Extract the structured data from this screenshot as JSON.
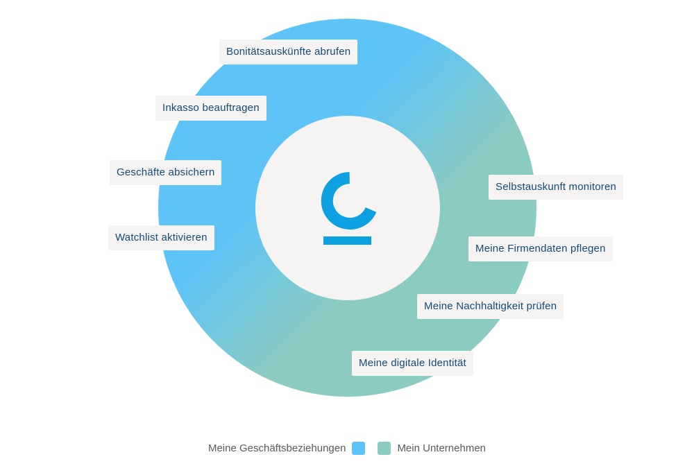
{
  "colors": {
    "business_relations": "#5ec4f7",
    "my_company": "#8ccbc1",
    "label_text": "#124a77",
    "label_bg": "#f5f4f2",
    "logo": "#0ea1e2"
  },
  "logo": {
    "icon": "creditreform-c-logo"
  },
  "labels": {
    "business": [
      "Bonitätsauskünfte abrufen",
      "Inkasso beauftragen",
      "Geschäfte absichern",
      "Watchlist aktivieren"
    ],
    "company": [
      "Selbstauskunft monitoren",
      "Meine Firmendaten pflegen",
      "Meine Nachhaltigkeit prüfen",
      "Meine digitale Identität"
    ]
  },
  "legend": {
    "business": "Meine Geschäftsbeziehungen",
    "company": "Mein Unternehmen"
  }
}
